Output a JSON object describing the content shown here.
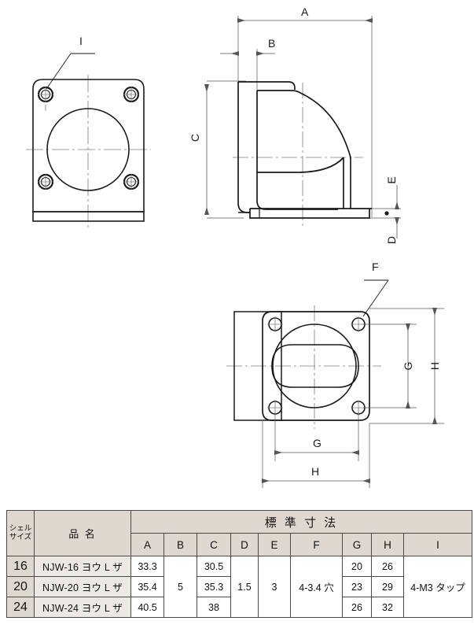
{
  "drawing": {
    "views": {
      "front": {
        "name": "front-view",
        "dim_labels": [
          "I"
        ]
      },
      "side": {
        "name": "side-view",
        "dim_labels": [
          "A",
          "B",
          "C",
          "D",
          "E"
        ]
      },
      "bottom": {
        "name": "bottom-view",
        "dim_labels": [
          "F",
          "G",
          "H"
        ]
      }
    },
    "labels": {
      "I": "I",
      "A": "A",
      "B": "B",
      "C": "C",
      "D": "D",
      "E": "E",
      "F": "F",
      "G_vertical": "G",
      "G_horizontal": "G",
      "H_vertical": "H",
      "H_horizontal": "H"
    },
    "line_color": "#1a1a1a",
    "center_line_color": "#7d7d7d",
    "dim_line_color": "#555555"
  },
  "table": {
    "headers": {
      "shell_size_line1": "シェル",
      "shell_size_line2": "サイズ",
      "product_name": "品 名",
      "standard_dimensions": "標 準 寸 法",
      "columns": [
        "A",
        "B",
        "C",
        "D",
        "E",
        "F",
        "G",
        "H",
        "I"
      ]
    },
    "rows": [
      {
        "shell_size": "16",
        "product_name": "NJW-16 ヨウ L ザ",
        "A": "33.3",
        "B": "",
        "C": "30.5",
        "D": "",
        "E": "",
        "F": "",
        "G": "20",
        "H": "26",
        "I": ""
      },
      {
        "shell_size": "20",
        "product_name": "NJW-20 ヨウ L ザ",
        "A": "35.4",
        "B": "5",
        "C": "35.3",
        "D": "1.5",
        "E": "3",
        "F": "4-3.4 穴",
        "G": "23",
        "H": "29",
        "I": "4-M3 タップ"
      },
      {
        "shell_size": "24",
        "product_name": "NJW-24 ヨウ L ザ",
        "A": "40.5",
        "B": "",
        "C": "38",
        "D": "",
        "E": "",
        "F": "",
        "G": "26",
        "H": "32",
        "I": ""
      }
    ],
    "merged": {
      "B": "5",
      "D": "1.5",
      "E": "3",
      "F": "4-3.4 穴",
      "I": "4-M3 タップ"
    },
    "colors": {
      "header_fill": "#ded8d0",
      "name_fill": "#ece8e3",
      "value_fill": "#ffffff",
      "border": "#4a4a4a",
      "outer_border": "#2b2b2b"
    }
  }
}
